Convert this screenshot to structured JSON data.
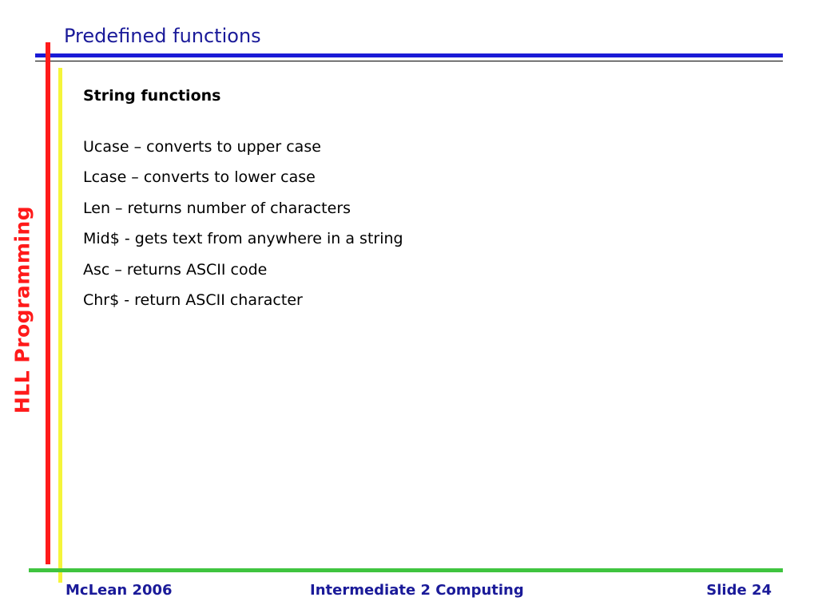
{
  "slide": {
    "title": "Predefined functions",
    "side_label": "HLL Programming"
  },
  "content": {
    "heading": "String functions",
    "items": [
      "Ucase – converts to upper case",
      "Lcase – converts to lower case",
      "Len – returns number of characters",
      "Mid$ - gets text from anywhere in a string",
      "Asc – returns ASCII code",
      "Chr$ - return ASCII character"
    ]
  },
  "footer": {
    "author": "McLean 2006",
    "course": "Intermediate 2 Computing",
    "slide_number": "Slide 24"
  },
  "colors": {
    "title": "#1a1a99",
    "top_rule": "#1a1ad6",
    "left_bar": "#ff1a1a",
    "inner_bar": "#f5f53a",
    "bottom_rule": "#3fc43f"
  }
}
